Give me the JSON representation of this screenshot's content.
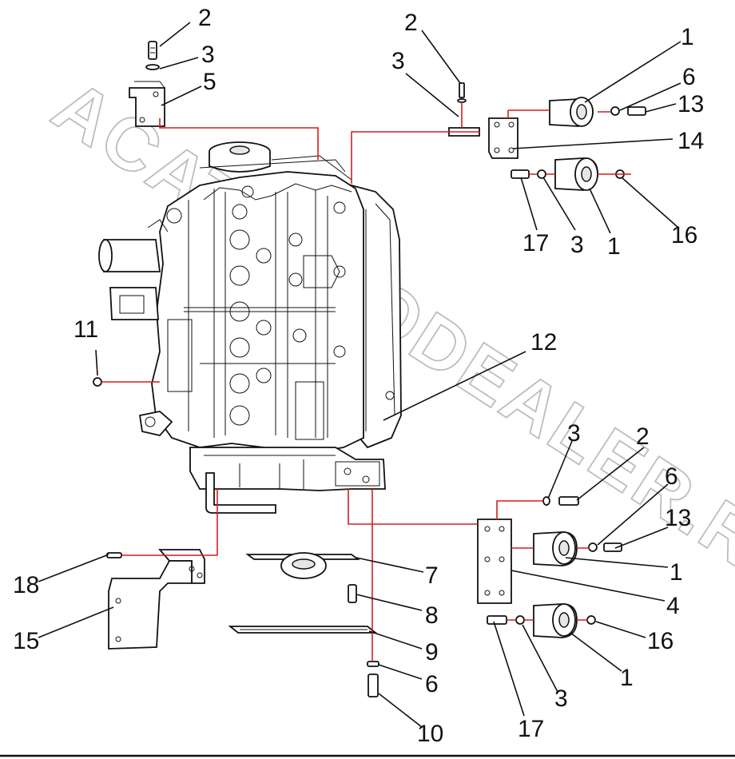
{
  "watermark": "ACATAUTODEALER.RU",
  "callouts": {
    "c2a": "2",
    "c3a": "3",
    "c5": "5",
    "c2b": "2",
    "c3b": "3",
    "c1a": "1",
    "c6a": "6",
    "c13a": "13",
    "c14": "14",
    "c17a": "17",
    "c3c": "3",
    "c1b": "1",
    "c16a": "16",
    "c11": "11",
    "c12": "12",
    "c3d": "3",
    "c2c": "2",
    "c6b": "6",
    "c13b": "13",
    "c1c": "1",
    "c4": "4",
    "c16b": "16",
    "c1d": "1",
    "c3e": "3",
    "c17b": "17",
    "c18": "18",
    "c15": "15",
    "c7": "7",
    "c8": "8",
    "c9": "9",
    "c6c": "6",
    "c10": "10"
  }
}
